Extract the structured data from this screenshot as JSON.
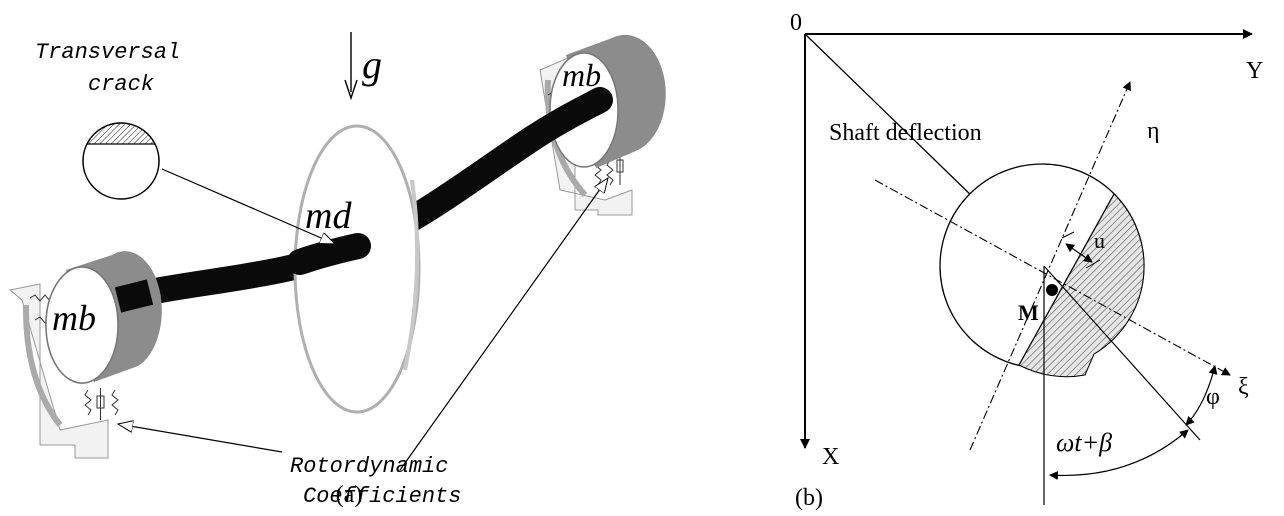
{
  "panel_a": {
    "caption": "(a)",
    "gravity_label": "g",
    "disk_mass": "md",
    "bearing_mass_left": "mb",
    "bearing_mass_right": "mb",
    "crack_label_line1": "Transversal",
    "crack_label_line2": "crack",
    "coeff_label_line1": "Rotordynamic",
    "coeff_label_line2": "Coefficients"
  },
  "panel_b": {
    "caption": "(b)",
    "origin_label": "0",
    "y_axis_label": "Y",
    "x_axis_label": "X",
    "shaft_deflection_label": "Shaft deflection",
    "eta_label": "η",
    "xi_label": "ξ",
    "u_label": "u",
    "m_label": "M",
    "phi_label": "φ",
    "angle_label": "ωt+β"
  },
  "colors": {
    "ink": "#000000",
    "bearing_gray": "#8c8c8c",
    "disk_outline": "#b0b0b0",
    "hatch_gray": "#bfbfbf"
  }
}
